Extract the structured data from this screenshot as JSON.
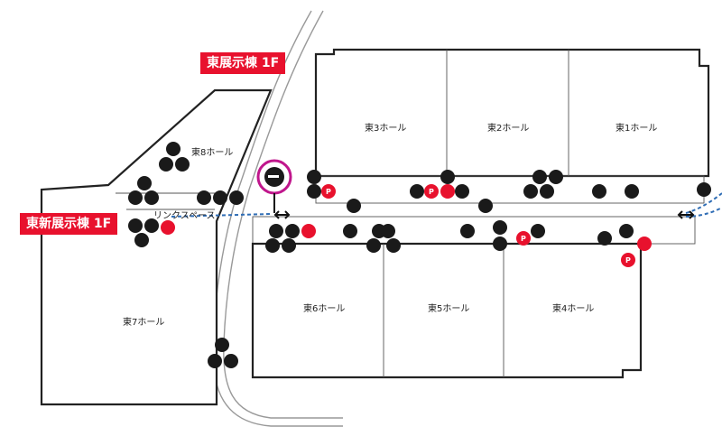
{
  "buildings": {
    "east": {
      "label": "東展示棟 1F"
    },
    "east_new": {
      "label": "東新展示棟 1F"
    }
  },
  "halls": [
    {
      "id": "e1",
      "label": "東1ホール"
    },
    {
      "id": "e2",
      "label": "東2ホール"
    },
    {
      "id": "e3",
      "label": "東3ホール"
    },
    {
      "id": "e4",
      "label": "東4ホール"
    },
    {
      "id": "e5",
      "label": "東5ホール"
    },
    {
      "id": "e6",
      "label": "東6ホール"
    },
    {
      "id": "e7",
      "label": "東7ホール"
    },
    {
      "id": "e8",
      "label": "東8ホール"
    }
  ],
  "link_space": {
    "label": "リンクスペース"
  },
  "highlight": {
    "icon": "smoking-area-icon",
    "color": "#c0168c"
  },
  "colors": {
    "accent": "#e8112d",
    "icon": "#1a1a1a",
    "route": "#2f6db5"
  },
  "icon_types": {
    "restroom": "restroom-icon",
    "accessible": "accessible-restroom-icon",
    "escalator": "escalator-icon",
    "elevator": "elevator-icon",
    "atm": "atm-icon",
    "aed": "aed-icon",
    "parking": "parking-icon",
    "nursing": "nursing-room-icon",
    "info": "information-icon"
  }
}
